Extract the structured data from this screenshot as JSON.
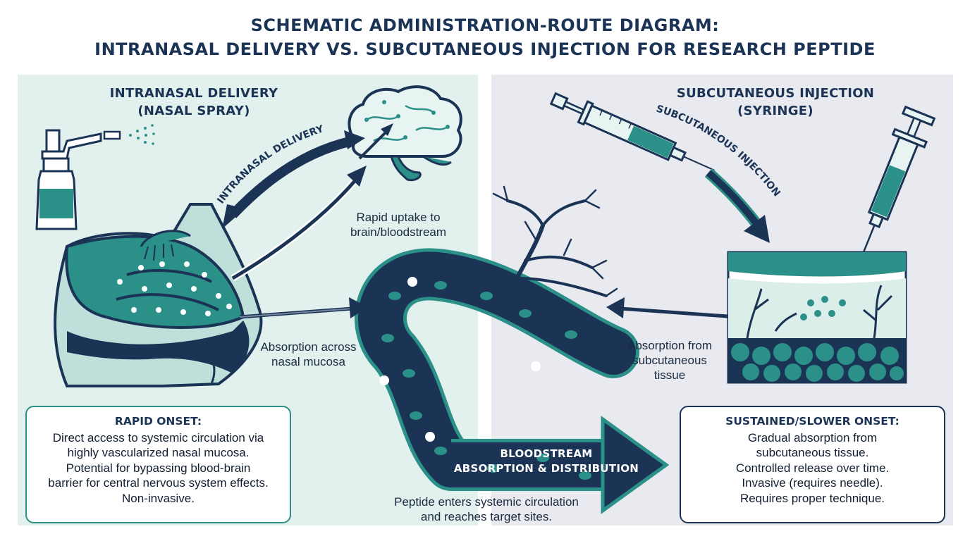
{
  "title": {
    "line1": "SCHEMATIC ADMINISTRATION-ROUTE DIAGRAM:",
    "line2": "INTRANASAL DELIVERY VS. SUBCUTANEOUS INJECTION FOR RESEARCH PEPTIDE"
  },
  "left": {
    "heading_line1": "INTRANASAL DELIVERY",
    "heading_line2": "(NASAL SPRAY)",
    "curved_label": "INTRANASAL DELIVERY",
    "uptake_line1": "Rapid uptake to",
    "uptake_line2": "brain/bloodstream",
    "absorption_line1": "Absorption across",
    "absorption_line2": "nasal mucosa",
    "box": {
      "heading": "RAPID ONSET:",
      "lines": [
        "Direct access to systemic circulation via",
        "highly vascularized nasal mucosa.",
        "Potential for bypassing blood-brain",
        "barrier for central nervous system effects.",
        "Non-invasive."
      ]
    }
  },
  "right": {
    "heading_line1": "SUBCUTANEOUS INJECTION",
    "heading_line2": "(SYRINGE)",
    "curved_label": "SUBCUTANEOUS INJECTION",
    "absorption_line1": "Absorption from",
    "absorption_line2": "subcutaneous",
    "absorption_line3": "tissue",
    "box": {
      "heading": "SUSTAINED/SLOWER ONSET:",
      "lines": [
        "Gradual absorption from",
        "subcutaneous tissue.",
        "Controlled release over time.",
        "Invasive (requires needle).",
        "Requires proper technique."
      ]
    }
  },
  "center": {
    "arrow_line1": "BLOODSTREAM",
    "arrow_line2": "ABSORPTION & DISTRIBUTION",
    "caption_line1": "Peptide enters systemic circulation",
    "caption_line2": "and reaches target sites."
  },
  "colors": {
    "navy": "#1b3456",
    "teal": "#2a9088",
    "mint_panel": "#e3f1ee",
    "gray_panel": "#e9eaef"
  }
}
